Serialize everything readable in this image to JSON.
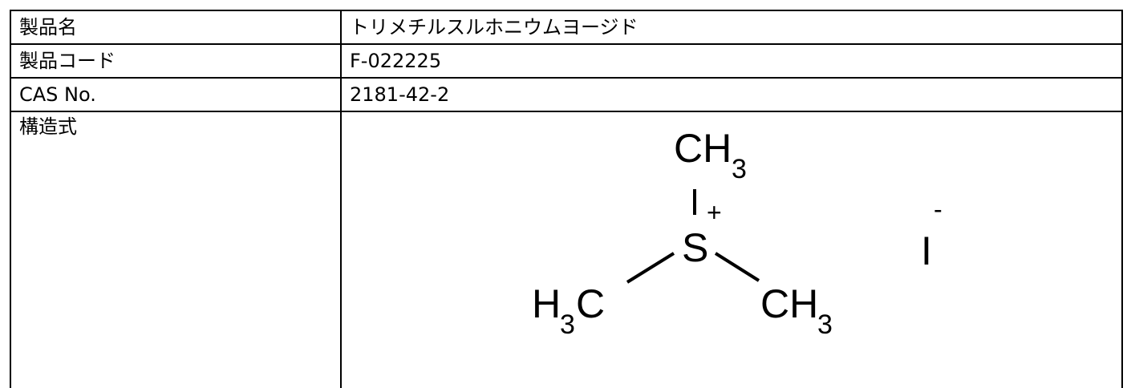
{
  "table": {
    "rows": [
      {
        "label": "製品名",
        "value": "トリメチルスルホニウムヨージド"
      },
      {
        "label": "製品コード",
        "value": "F-022225"
      },
      {
        "label": "CAS No.",
        "value": "2181-42-2"
      }
    ],
    "structure_label": "構造式"
  },
  "structure": {
    "top_group": "CH",
    "top_sub": "3",
    "center_atom": "S",
    "center_charge": "+",
    "left_group": "H",
    "left_sub": "3",
    "left_tail": "C",
    "right_group": "CH",
    "right_sub": "3",
    "counter_ion": "I",
    "counter_charge": "-"
  }
}
